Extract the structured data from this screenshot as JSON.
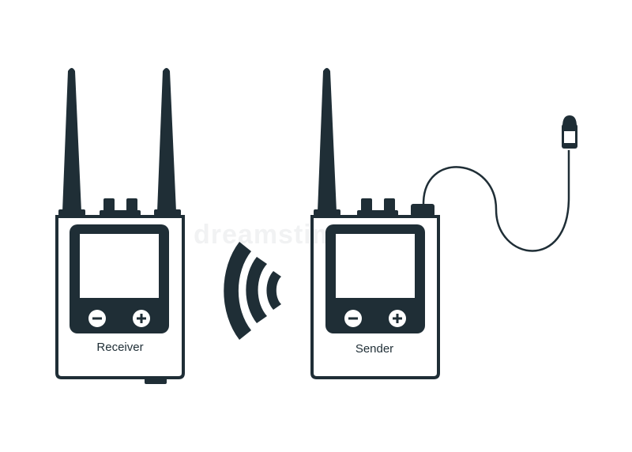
{
  "receiver": {
    "label": "Receiver",
    "minus_symbol": "−",
    "plus_symbol": "+"
  },
  "sender": {
    "label": "Sender",
    "minus_symbol": "−",
    "plus_symbol": "+"
  },
  "watermark": "dreamstime",
  "colors": {
    "icon": "#1f2e36",
    "background": "#ffffff",
    "screen": "#ffffff"
  },
  "icons": [
    "antenna-icon",
    "wireless-signal-icon",
    "microphone-icon",
    "minus-icon",
    "plus-icon"
  ]
}
